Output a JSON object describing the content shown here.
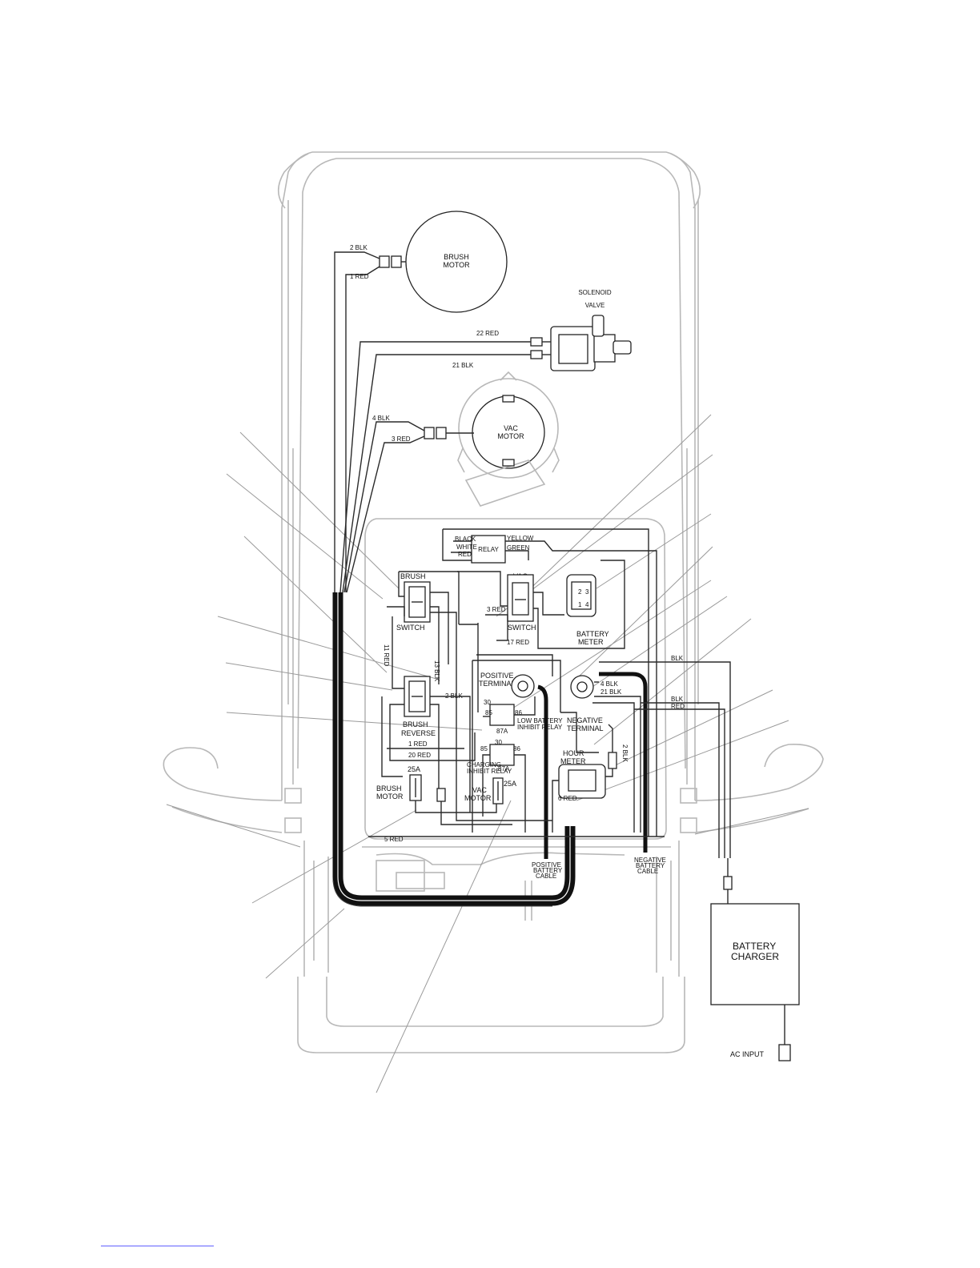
{
  "labels": {
    "brush_motor": [
      "BRUSH",
      "MOTOR"
    ],
    "solenoid_valve": [
      "SOLENOID",
      "VALVE"
    ],
    "vac_motor": [
      "VAC",
      "MOTOR"
    ],
    "relay": "RELAY",
    "relay_wires": [
      "BLACK",
      "WHITE",
      "RED",
      "YELLOW",
      "GREEN"
    ],
    "brush_switch": [
      "BRUSH",
      "SWITCH"
    ],
    "vac_switch": [
      "VAC",
      "SWITCH"
    ],
    "battery_meter": [
      "BATTERY",
      "METER"
    ],
    "positive_terminal": [
      "POSITIVE",
      "TERMINAL"
    ],
    "negative_terminal": [
      "NEGATIVE",
      "TERMINAL"
    ],
    "brush_reverse": [
      "BRUSH",
      "REVERSE"
    ],
    "low_battery_relay": [
      "LOW BATTERY",
      "INHIBIT RELAY"
    ],
    "charging_relay": [
      "CHARGING",
      "INHIBIT RELAY"
    ],
    "hour_meter": [
      "HOUR",
      "METER"
    ],
    "fuse_brush": [
      "25A",
      "BRUSH",
      "MOTOR"
    ],
    "fuse_vac": [
      "25A",
      "VAC",
      "MOTOR"
    ],
    "positive_cable": [
      "POSITIVE",
      "BATTERY",
      "CABLE"
    ],
    "negative_cable": [
      "NEGATIVE",
      "BATTERY",
      "CABLE"
    ],
    "battery_charger": [
      "BATTERY",
      "CHARGER"
    ],
    "ac_input": "AC INPUT",
    "relay_pins": [
      "30",
      "85",
      "86",
      "87A",
      "30",
      "85",
      "86",
      "87A"
    ]
  },
  "wire_labels": {
    "w2blk_top": "2 BLK",
    "w1red_top": "1 RED",
    "w22red": "22 RED",
    "w21blk": "21 BLK",
    "w4blk": "4 BLK",
    "w3red": "3 RED",
    "w3red_sw": "3 RED",
    "w17red": "17 RED",
    "w11red": "11 RED",
    "w13blk": "13 BLK",
    "w2blk_rev": "2 BLK",
    "w1red_rev": "1 RED",
    "w20red": "20 RED",
    "w4blk_neg": "4 BLK",
    "w21blk_neg": "21 BLK",
    "blk_ch": "BLK",
    "blk_ch2": "BLK",
    "red_ch": "RED",
    "w2blk_hm": "2 BLK",
    "w6red_hm": "6 RED",
    "w5red": "5 RED"
  },
  "colors": {
    "background": "#ffffff",
    "ghost_outline": "#b8b8b8",
    "wire": "#2a2a2a",
    "harness": "#111111",
    "leader": "#9a9a9a",
    "link": "#6060ff"
  }
}
